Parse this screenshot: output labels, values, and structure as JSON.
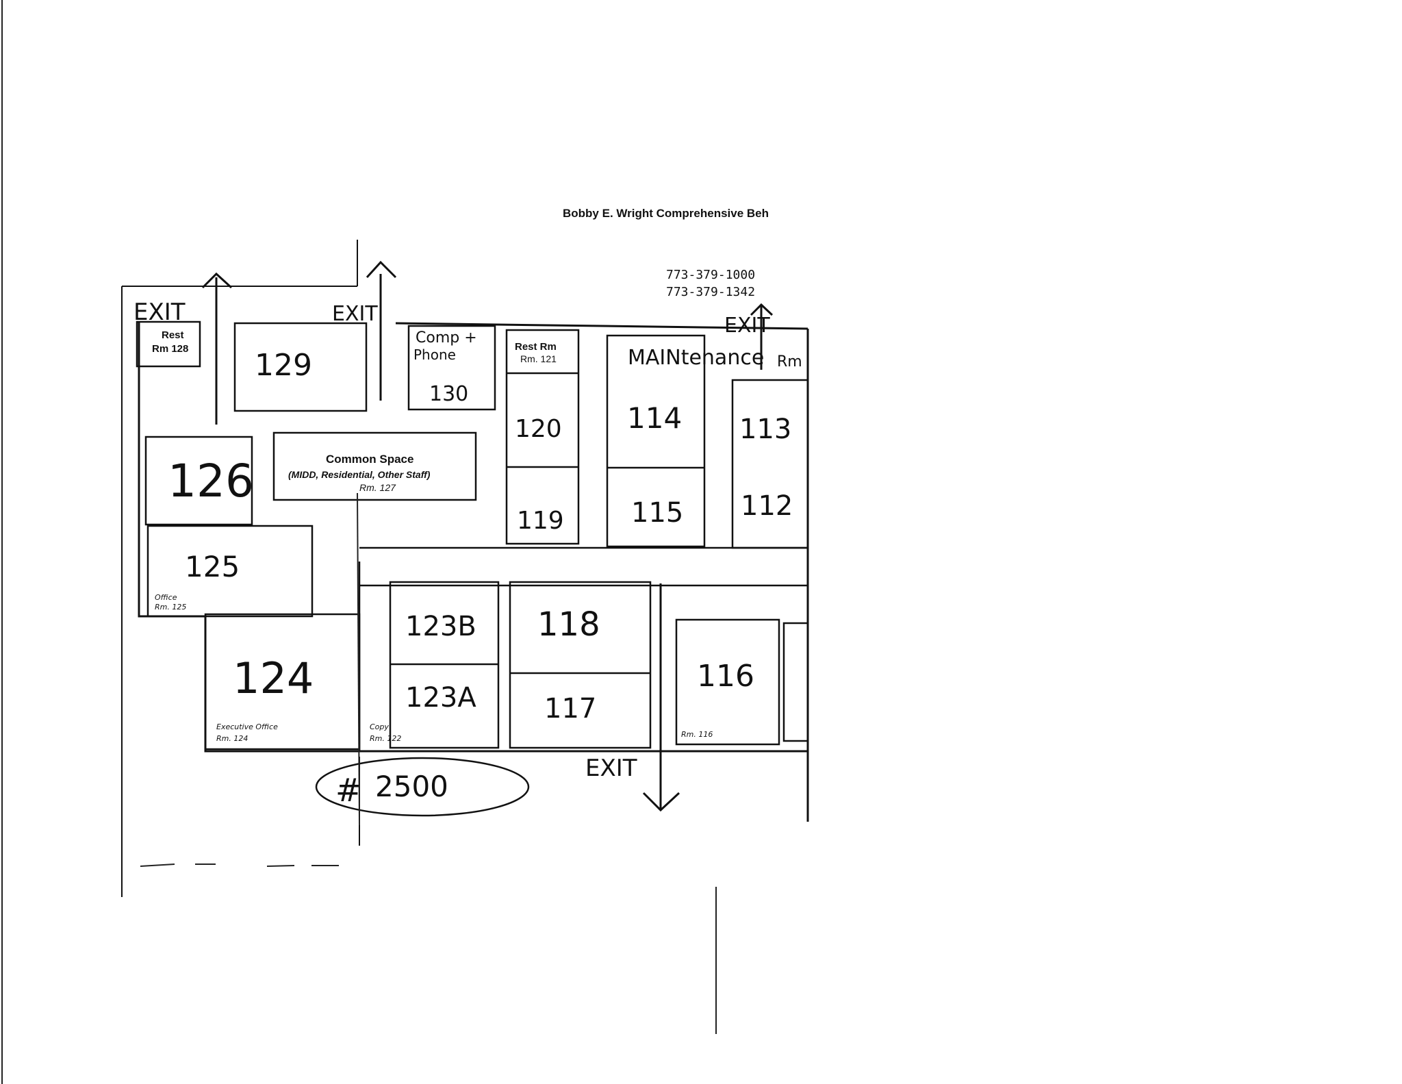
{
  "header": {
    "title": "Bobby E. Wright Comprehensive Beh",
    "phone_1": "773-379-1000",
    "phone_2": "773-379-1342"
  },
  "exits": {
    "top_left": "EXIT",
    "top_center": "EXIT",
    "top_right": "EXIT",
    "bottom": "EXIT"
  },
  "rooms": {
    "r128_line1": "Rest",
    "r128_line2": "Rm 128",
    "r129": "129",
    "r130_line1": "Comp +",
    "r130_line2": "Phone",
    "r130_num": "130",
    "r121_line1": "Rest Rm",
    "r121_line2": "Rm. 121",
    "maintenance": "MAINtenance",
    "r_right_top": "Rm",
    "r126": "126",
    "common_line1": "Common Space",
    "common_line2": "(MIDD, Residential, Other Staff)",
    "common_line3": "Rm. 127",
    "r120": "120",
    "r119": "119",
    "r114": "114",
    "r115": "115",
    "r113": "113",
    "r112": "112",
    "r125": "125",
    "r125_note_1": "Office",
    "r125_note_2": "Rm. 125",
    "r124": "124",
    "r124_note_1": "Executive Office",
    "r124_note_2": "Rm. 124",
    "copy_note_1": "Copy",
    "copy_note_2": "Rm. 122",
    "r123b": "123B",
    "r123a": "123A",
    "r118": "118",
    "r117": "117",
    "r116": "116",
    "r116_note": "Rm. 116"
  },
  "annotation": {
    "amount": "2500",
    "symbol": "#"
  },
  "colors": {
    "ink": "#111111",
    "paper": "#ffffff"
  }
}
